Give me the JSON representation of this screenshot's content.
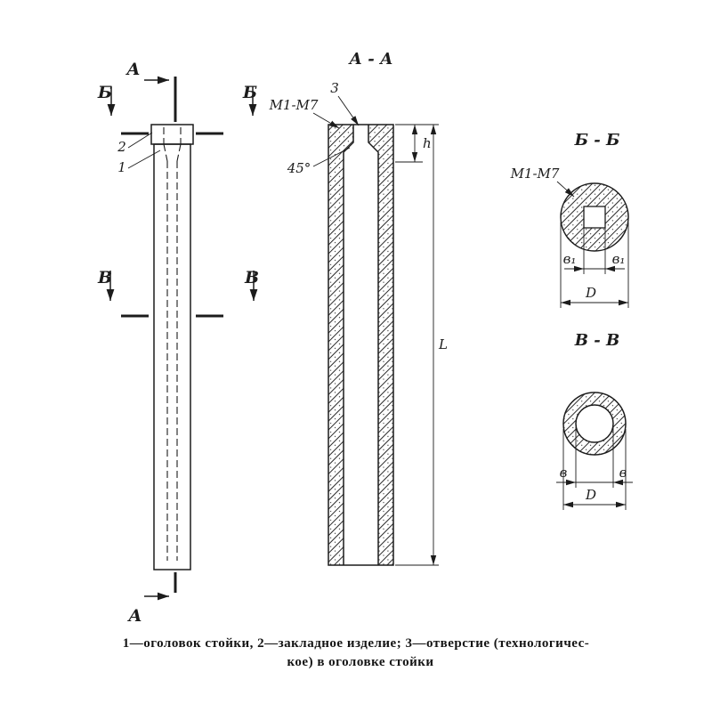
{
  "labels": {
    "front": {
      "a_top": "А",
      "a_bottom": "А",
      "b_left": "Б",
      "b_right": "Б",
      "v_left": "В",
      "v_right": "В",
      "callout_2": "2",
      "callout_1": "1"
    },
    "section_aa": {
      "title": "А - А",
      "m1m7": "М1-М7",
      "callout_3": "3",
      "angle": "45°",
      "dim_h": "h",
      "dim_L": "L"
    },
    "section_bb": {
      "title": "Б - Б",
      "m1m7": "М1-М7",
      "dim_v1_left": "в₁",
      "dim_v1_right": "в₁",
      "dim_D": "D"
    },
    "section_vv": {
      "title": "В - В",
      "dim_v_left": "в",
      "dim_v_right": "в",
      "dim_D": "D"
    }
  },
  "caption": {
    "line1": "1—оголовок стойки, 2—закладное изделие; 3—отверстие (технологичес-",
    "line2": "кое) в оголовке стойки"
  },
  "colors": {
    "ink": "#1c1c1c",
    "background": "#ffffff"
  }
}
